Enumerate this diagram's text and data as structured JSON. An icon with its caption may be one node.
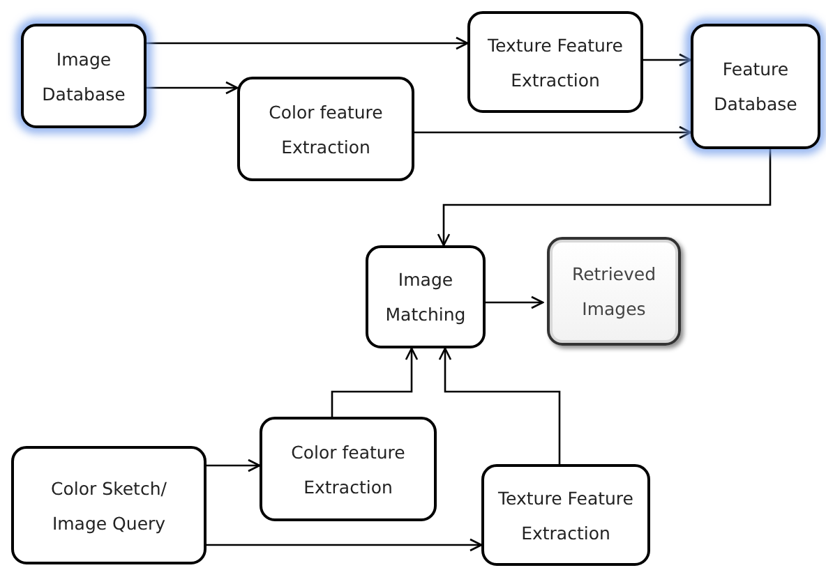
{
  "diagram": {
    "nodes": [
      {
        "text": [
          "Image Database"
        ]
      },
      {
        "text": [
          "Texture Feature Extraction"
        ]
      },
      {
        "text": [
          "Color feature Extraction"
        ]
      },
      {
        "text": [
          "Feature Database"
        ]
      },
      {
        "text": [
          "Image Matching"
        ]
      },
      {
        "text": [
          "Retrieved Images"
        ]
      },
      {
        "text": [
          "Color Sketch/ Image Query"
        ]
      },
      {
        "text": [
          "Color feature Extraction"
        ]
      },
      {
        "text": [
          "Texture Feature Extraction"
        ]
      }
    ],
    "edges": [
      {
        "from": 0,
        "to": 1,
        "arrow": "to"
      },
      {
        "from": 0,
        "to": 2,
        "arrow": "to"
      },
      {
        "from": 1,
        "to": 3,
        "arrow": "to"
      },
      {
        "from": 2,
        "to": 3,
        "arrow": "to"
      },
      {
        "from": 3,
        "to": 4,
        "arrow": "to"
      },
      {
        "from": 4,
        "to": 5,
        "arrow": "to"
      },
      {
        "from": 6,
        "to": 7,
        "arrow": "to"
      },
      {
        "from": 6,
        "to": 8,
        "arrow": "to"
      },
      {
        "from": 7,
        "to": 4,
        "arrow": "to"
      },
      {
        "from": 8,
        "to": 4,
        "arrow": "to"
      }
    ]
  }
}
